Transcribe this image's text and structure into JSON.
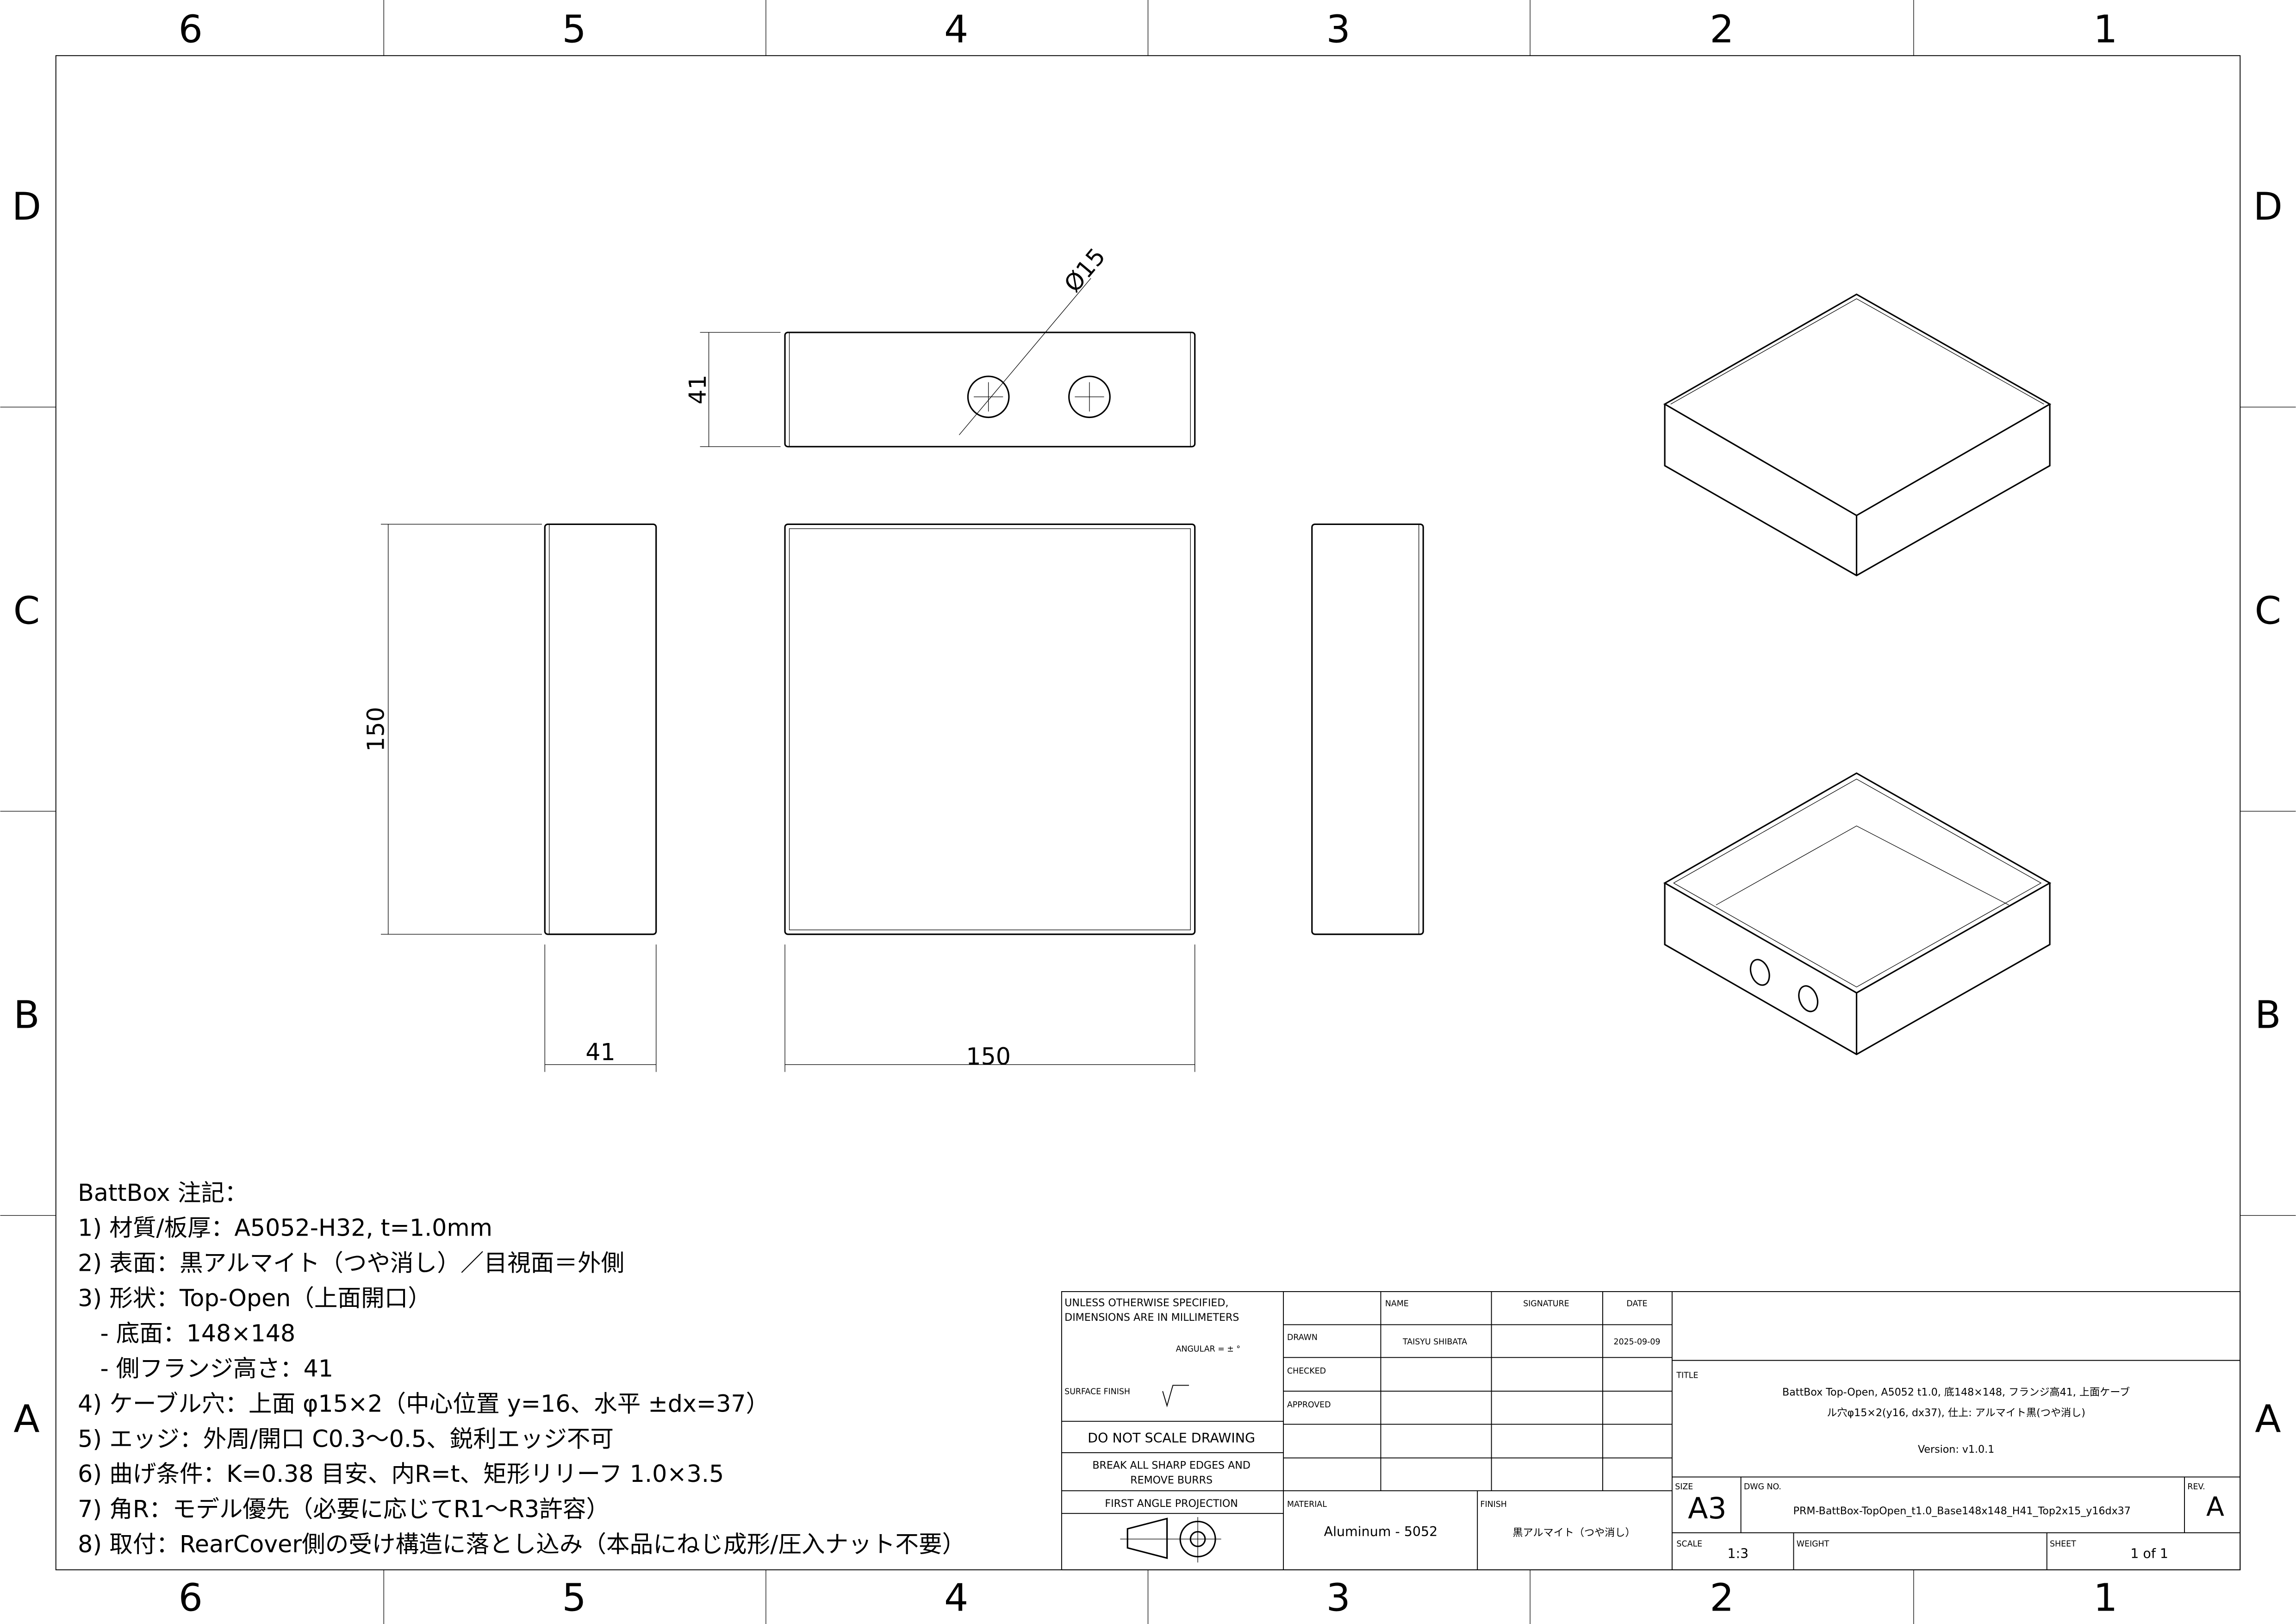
{
  "sheet": {
    "zone_columns": [
      "6",
      "5",
      "4",
      "3",
      "2",
      "1"
    ],
    "zone_rows": [
      "D",
      "C",
      "B",
      "A"
    ]
  },
  "views": {
    "top_height_dim": "41",
    "hole_dim": "Ø15",
    "front_height_dim": "150",
    "side_width_dim": "41",
    "front_width_dim": "150"
  },
  "notes": {
    "heading": "BattBox 注記：",
    "lines": [
      "1) 材質/板厚：A5052-H32, t=1.0mm",
      "2) 表面：黒アルマイト（つや消し）／目視面＝外側",
      "3) 形状：Top-Open（上面開口）",
      "   - 底面：148×148",
      "   - 側フランジ高さ：41",
      "4) ケーブル穴：上面 φ15×2（中心位置 y=16、水平 ±dx=37）",
      "5) エッジ：外周/開口 C0.3〜0.5、鋭利エッジ不可",
      "6) 曲げ条件：K=0.38 目安、内R=t、矩形リリーフ 1.0×3.5",
      "7) 角R：モデル優先（必要に応じてR1〜R3許容）",
      "8) 取付：RearCover側の受け構造に落とし込み（本品にねじ成形/圧入ナット不要）"
    ]
  },
  "title_block": {
    "tolerance_line1": "UNLESS OTHERWISE SPECIFIED,",
    "tolerance_line2": "DIMENSIONS ARE IN MILLIMETERS",
    "angular": "ANGULAR = ± °",
    "surface_finish": "SURFACE FINISH",
    "do_not_scale": "DO NOT SCALE DRAWING",
    "break_edges_1": "BREAK ALL SHARP EDGES AND",
    "break_edges_2": "REMOVE BURRS",
    "projection": "FIRST ANGLE PROJECTION",
    "col_name": "NAME",
    "col_signature": "SIGNATURE",
    "col_date": "DATE",
    "drawn_label": "DRAWN",
    "drawn_name": "TAISYU SHIBATA",
    "drawn_date": "2025-09-09",
    "checked_label": "CHECKED",
    "approved_label": "APPROVED",
    "material_label": "MATERIAL",
    "material_value": "Aluminum - 5052",
    "finish_label": "FINISH",
    "finish_value": "黒アルマイト（つや消し）",
    "title_label": "TITLE",
    "title_line1": "BattBox Top-Open, A5052 t1.0, 底148×148, フランジ高41, 上面ケーブ",
    "title_line2": "ル穴φ15×2(y16, dx37), 仕上: アルマイト黒(つや消し)",
    "version": "Version: v1.0.1",
    "size_label": "SIZE",
    "size_value": "A3",
    "dwg_no_label": "DWG NO.",
    "dwg_no_value": "PRM-BattBox-TopOpen_t1.0_Base148x148_H41_Top2x15_y16dx37",
    "rev_label": "REV.",
    "rev_value": "A",
    "scale_label": "SCALE",
    "scale_value": "1:3",
    "weight_label": "WEIGHT",
    "sheet_label": "SHEET",
    "sheet_value": "1 of 1"
  }
}
